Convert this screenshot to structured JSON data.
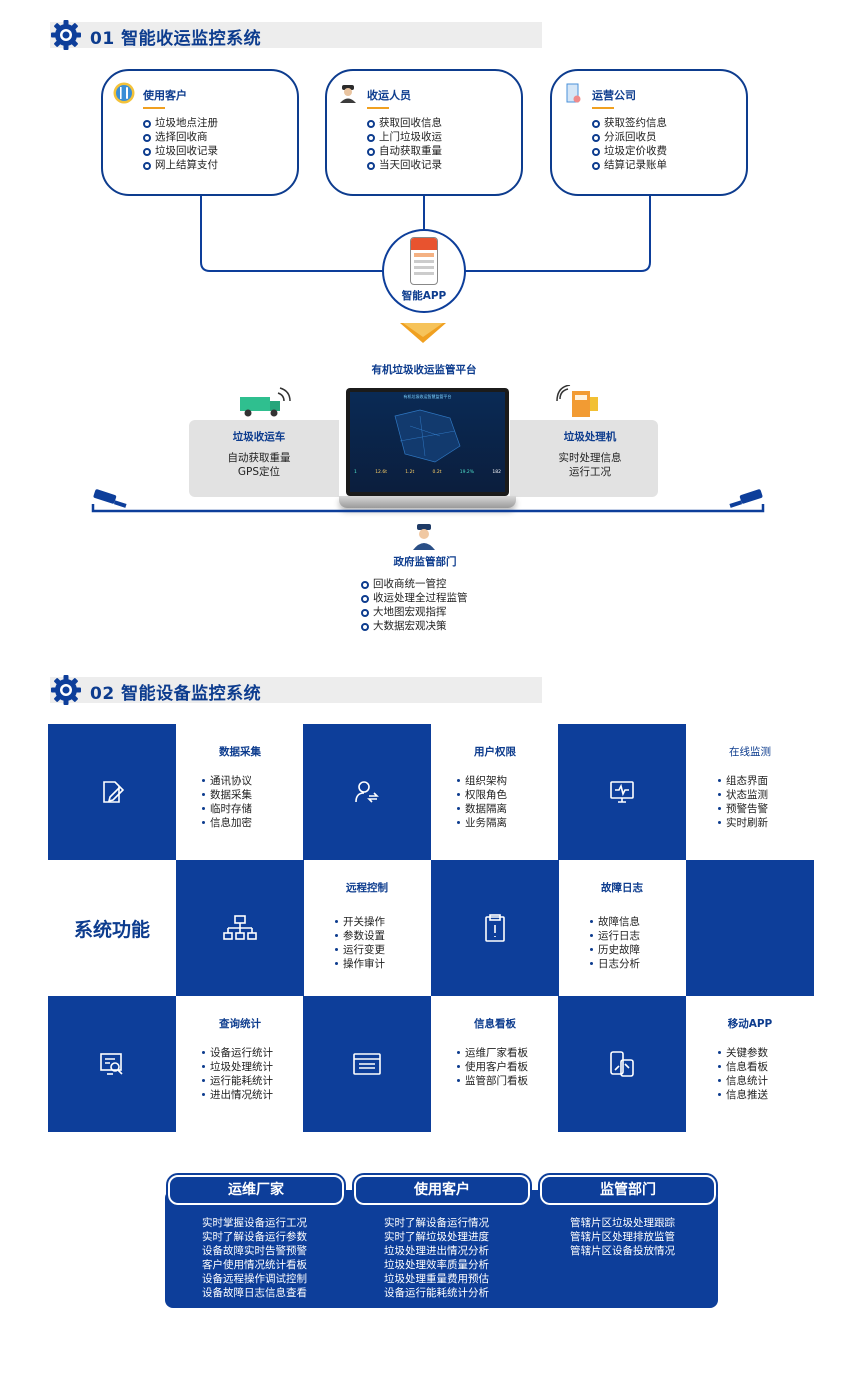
{
  "section1": {
    "title": "01 智能收运监控系统",
    "cards": [
      {
        "title": "使用客户",
        "icon": "fork-knife-icon",
        "items": [
          "垃圾地点注册",
          "选择回收商",
          "垃圾回收记录",
          "网上结算支付"
        ]
      },
      {
        "title": "收运人员",
        "icon": "worker-icon",
        "items": [
          "获取回收信息",
          "上门垃圾收运",
          "自动获取重量",
          "当天回收记录"
        ]
      },
      {
        "title": "运营公司",
        "icon": "office-building-icon",
        "items": [
          "获取签约信息",
          "分派回收员",
          "垃圾定价收费",
          "结算记录账单"
        ]
      }
    ],
    "app_label": "智能APP",
    "platform_title": "有机垃圾收运监管平台",
    "truck": {
      "title": "垃圾收运车",
      "lines": [
        "自动获取重量",
        "GPS定位"
      ]
    },
    "processor": {
      "title": "垃圾处理机",
      "lines": [
        "实时处理信息",
        "运行工况"
      ]
    },
    "gov": {
      "title": "政府监管部门",
      "items": [
        "回收商统一管控",
        "收运处理全过程监管",
        "大地图宏观指挥",
        "大数据宏观决策"
      ]
    },
    "laptop_screen_title": "有机垃圾收运智慧监管平台",
    "laptop_stats": [
      "1",
      "12.6t",
      "1.2t",
      "0.2t",
      "19.2%",
      "182"
    ]
  },
  "section2": {
    "title": "02 智能设备监控系统",
    "center_label": "系统功能",
    "functions": {
      "data_collect": {
        "title": "数据采集",
        "items": [
          "通讯协议",
          "数据采集",
          "临时存储",
          "信息加密"
        ]
      },
      "user_perm": {
        "title": "用户权限",
        "items": [
          "组织架构",
          "权限角色",
          "数据隔离",
          "业务隔离"
        ]
      },
      "online_monitor": {
        "title": "在线监测",
        "items": [
          "组态界面",
          "状态监测",
          "预警告警",
          "实时刷新"
        ]
      },
      "remote_ctrl": {
        "title": "远程控制",
        "items": [
          "开关操作",
          "参数设置",
          "运行变更",
          "操作审计"
        ]
      },
      "fault_log": {
        "title": "故障日志",
        "items": [
          "故障信息",
          "运行日志",
          "历史故障",
          "日志分析"
        ]
      },
      "query_stats": {
        "title": "查询统计",
        "items": [
          "设备运行统计",
          "垃圾处理统计",
          "运行能耗统计",
          "进出情况统计"
        ]
      },
      "info_board": {
        "title": "信息看板",
        "items": [
          "运维厂家看板",
          "使用客户看板",
          "监管部门看板"
        ]
      },
      "mobile_app": {
        "title": "移动APP",
        "items": [
          "关键参数",
          "信息看板",
          "信息统计",
          "信息推送"
        ]
      }
    }
  },
  "bottom": {
    "tabs": [
      "运维厂家",
      "使用客户",
      "监管部门"
    ],
    "columns": [
      [
        "实时掌握设备运行工况",
        "实时了解设备运行参数",
        "设备故障实时告警预警",
        "客户使用情况统计看板",
        "设备远程操作调试控制",
        "设备故障日志信息查看"
      ],
      [
        "实时了解设备运行情况",
        "实时了解垃圾处理进度",
        "垃圾处理进出情况分析",
        "垃圾处理效率质量分析",
        "垃圾处理重量费用预估",
        "设备运行能耗统计分析"
      ],
      [
        "管辖片区垃圾处理跟踪",
        "管辖片区处理排放监管",
        "管辖片区设备投放情况"
      ]
    ]
  },
  "colors": {
    "brand_blue": "#0d3e9a",
    "accent_orange": "#f0a020",
    "panel_gray": "#e2e2e2"
  }
}
